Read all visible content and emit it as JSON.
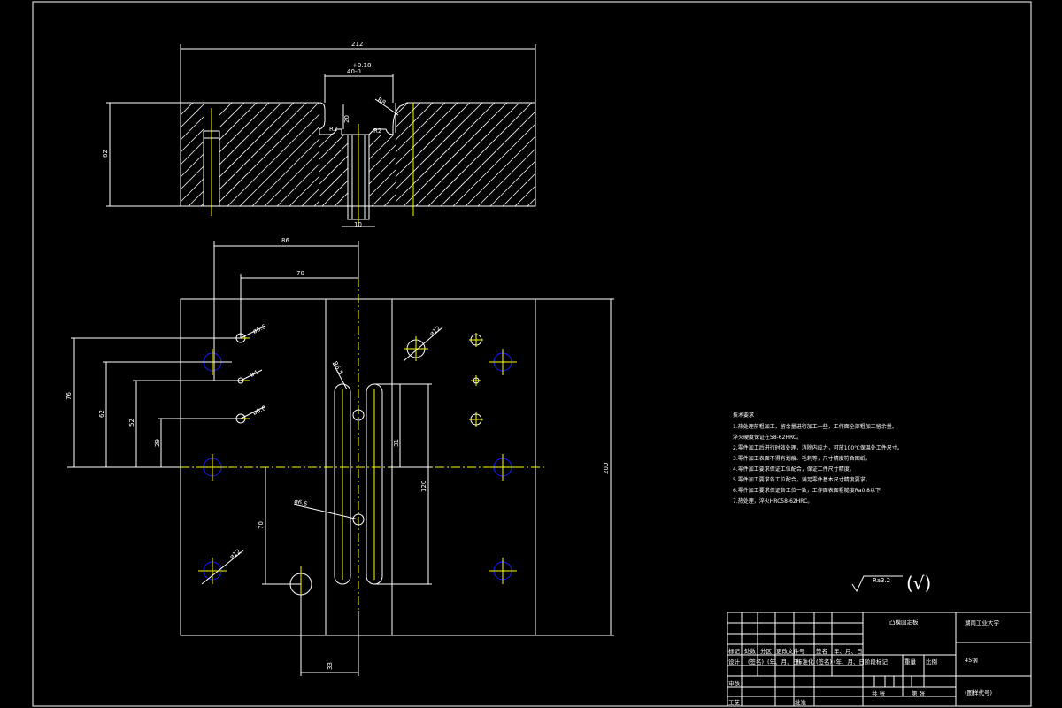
{
  "dims": {
    "top_width": "212",
    "slot_tol": "+0.18",
    "slot_width": "40-0",
    "slot_r_right": "R8",
    "slot_depth": "20",
    "slot_r1": "R2",
    "slot_r2": "R2",
    "plate_thickness": "62",
    "pin_width": "10",
    "d86": "86",
    "d70h": "70",
    "d76": "76",
    "d62v": "62",
    "d52": "52",
    "d29": "29",
    "hole_a": "ø6.6",
    "hole_b": "ø4",
    "hole_c": "ø6.6",
    "hole_d": "ø12",
    "hole_e": "ø12",
    "slot_label": "R6.5",
    "hole_f": "ø6.5",
    "d31": "31",
    "d120": "120",
    "d200": "200",
    "d70v": "70",
    "d33": "33"
  },
  "notes": {
    "title": "技术要求",
    "lines": [
      "1.热处理前粗加工，留余量进行加工一些，工作面全部粗加工留余量。",
      "淬火硬度保证在58-62HRC。",
      "2.零件加工后进行时效处理，消除内应力，可放100℃保温处工件尺寸。",
      "3.零件加工表面不得有划痕、毛刺等，尺寸精度符合图纸。",
      "4.零件加工要求保证工位配合，保证工件尺寸精度。",
      "5.零件加工要求各工位配合，满足零件基本尺寸精度要求。",
      "6.零件加工要求保证各工位一致，工作面表面粗糙度Ra0.8以下",
      "7.热处理，淬火HRC58-62HRC。"
    ]
  },
  "roughness": {
    "value": "Ra3.2",
    "symbol": "(√)"
  },
  "title_block": {
    "part_name": "凸模固定板",
    "school": "湖南工业大学",
    "material": "45钢",
    "drawing_no": "(图样代号)",
    "row_labels": [
      "标记",
      "处数",
      "分区",
      "更改文件号",
      "签名",
      "年、月、日"
    ],
    "row2_labels": [
      "设计",
      "(签名)",
      "(年、月、日)",
      "标准化",
      "(签名)",
      "(年、月、日)"
    ],
    "stage_labels": [
      "阶段标记",
      "重量",
      "比例"
    ],
    "review": "审核",
    "process": "工艺",
    "approve": "批准",
    "sheet_total": "共 张",
    "sheet_no": "第 张"
  }
}
